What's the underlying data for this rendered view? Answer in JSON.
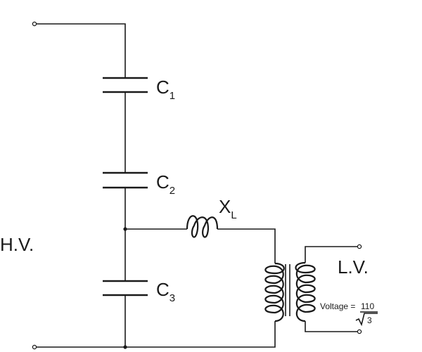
{
  "labels": {
    "hv": "H.V.",
    "lv": "L.V.",
    "c1": {
      "main": "C",
      "sub": "1"
    },
    "c2": {
      "main": "C",
      "sub": "2"
    },
    "c3": {
      "main": "C",
      "sub": "3"
    },
    "xl": {
      "main": "X",
      "sub": "L"
    }
  },
  "voltage": {
    "label": "Voltage =",
    "numerator": "110",
    "denominator": "3"
  }
}
